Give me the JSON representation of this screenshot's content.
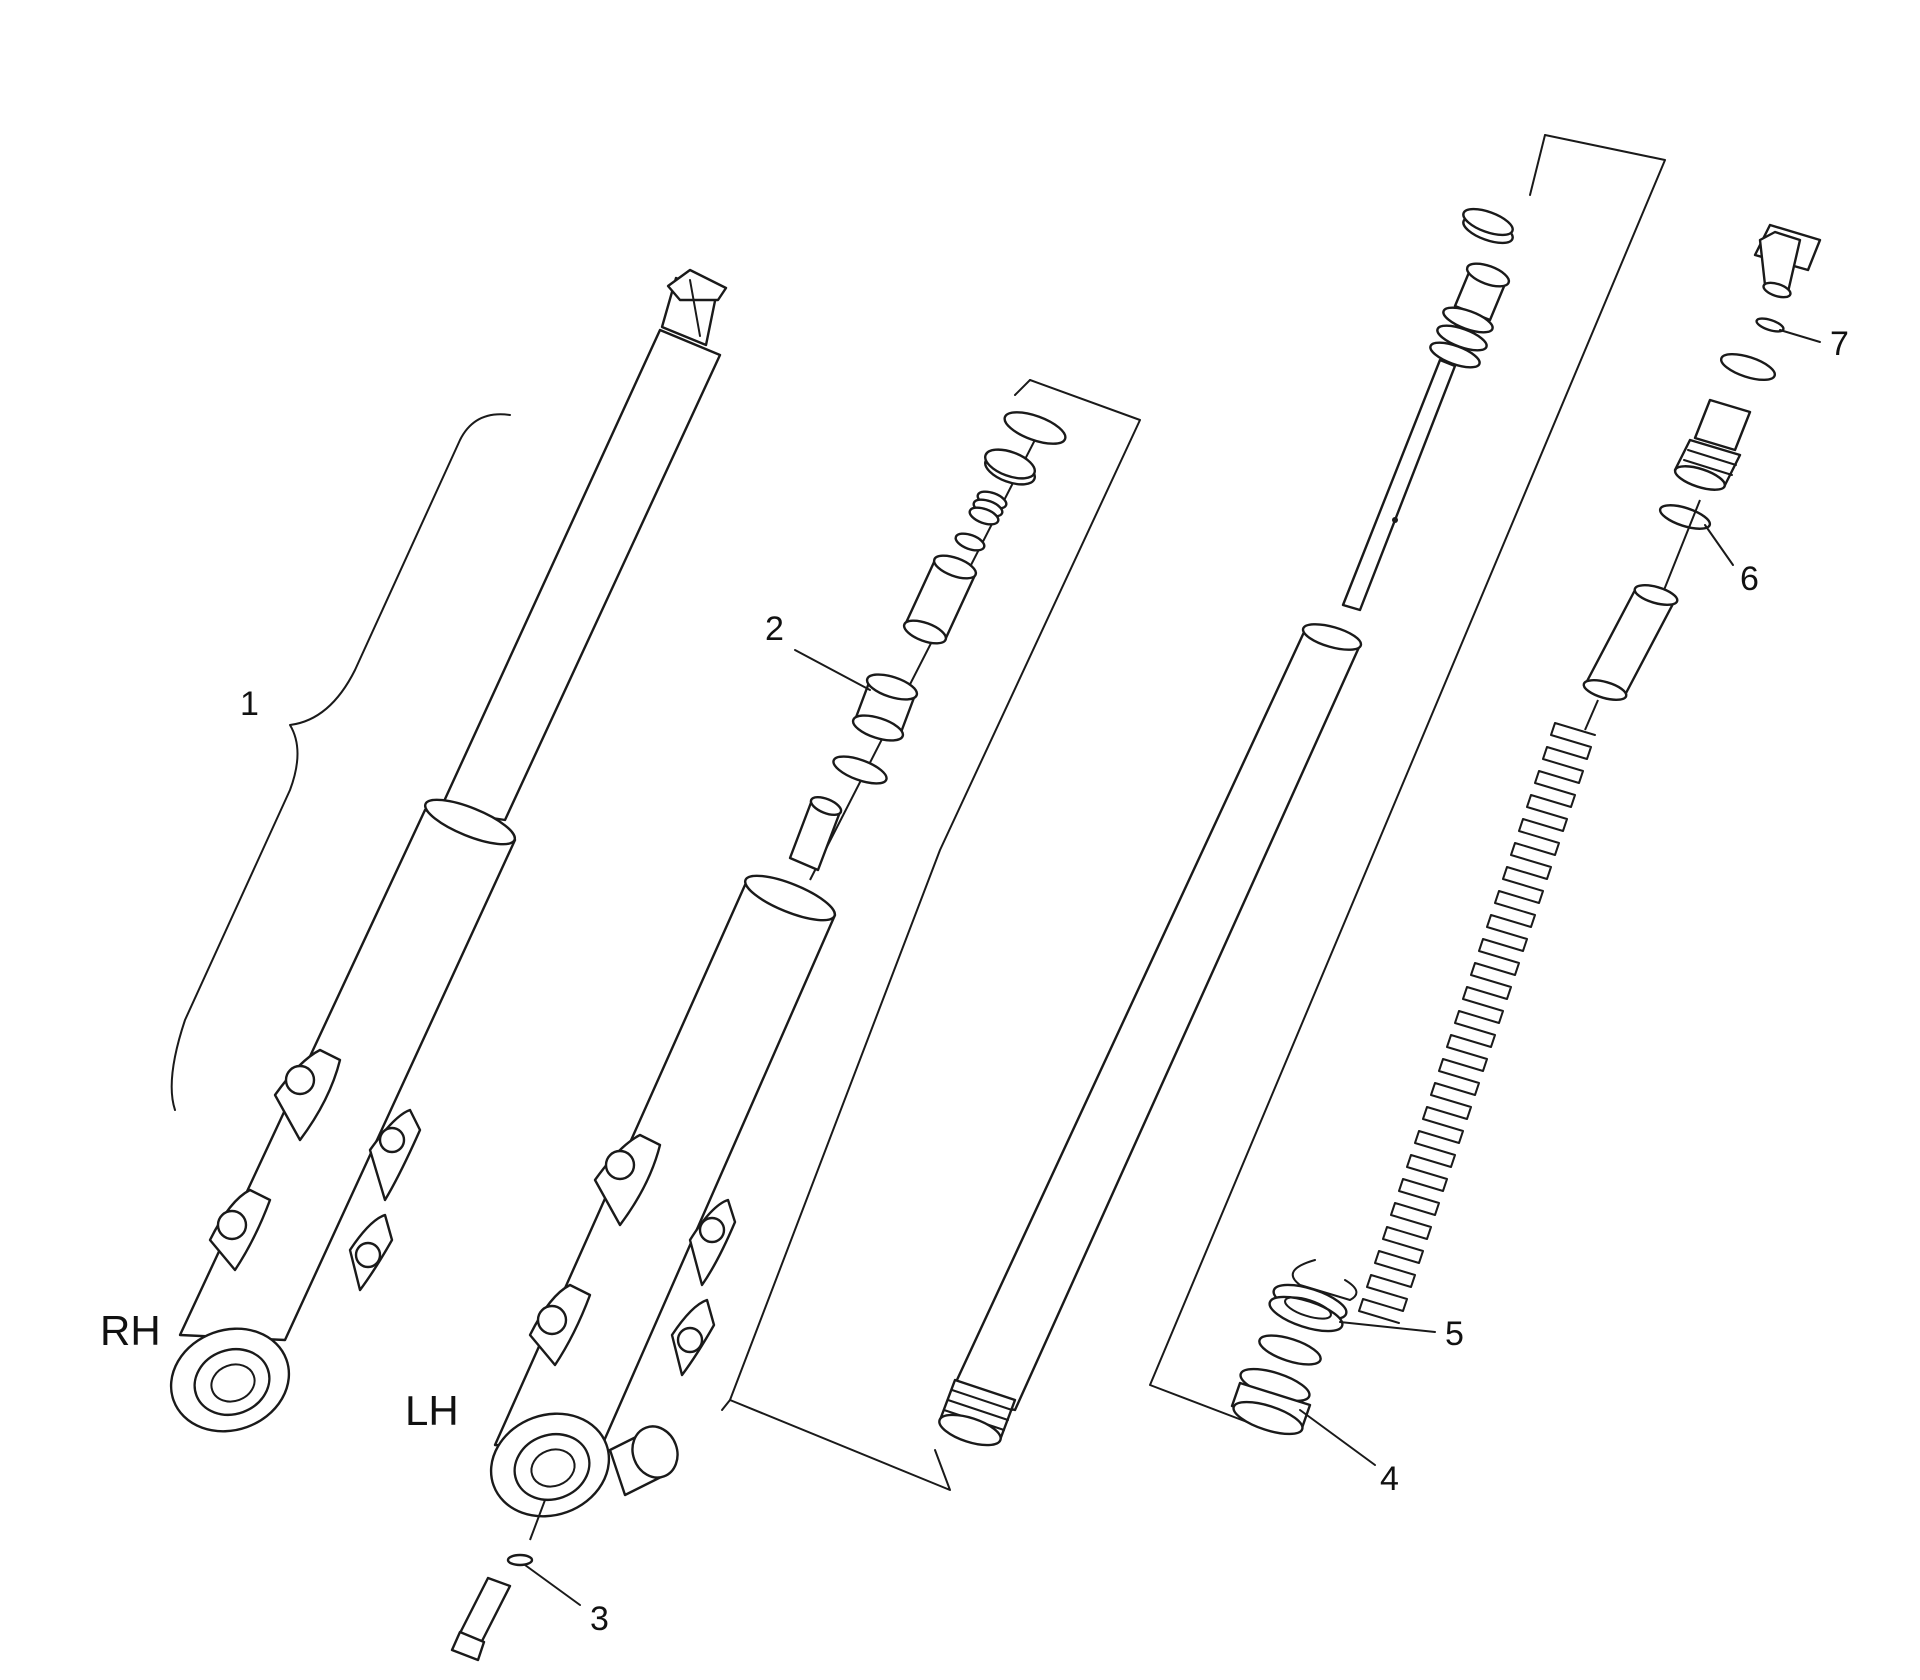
{
  "callouts": [
    {
      "id": "1",
      "text": "1"
    },
    {
      "id": "2",
      "text": "2"
    },
    {
      "id": "3",
      "text": "3"
    },
    {
      "id": "4",
      "text": "4"
    },
    {
      "id": "5",
      "text": "5"
    },
    {
      "id": "6",
      "text": "6"
    },
    {
      "id": "7",
      "text": "7"
    }
  ],
  "side_labels": {
    "right": "RH",
    "left": "LH"
  },
  "colors": {
    "line": "#1a1a1a",
    "background": "#ffffff"
  }
}
